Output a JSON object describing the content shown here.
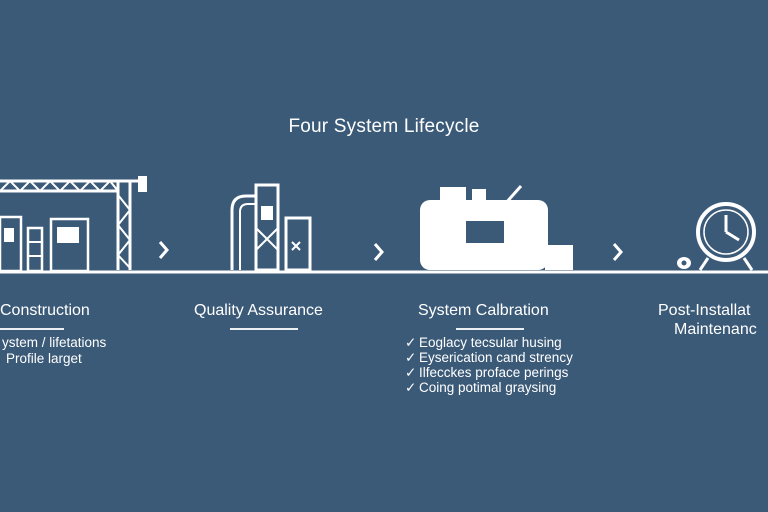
{
  "title": "Four System Lifecycle",
  "stages": [
    {
      "label": "Construction",
      "icon": "crane-icon",
      "lines": [
        "ystem / lifetations",
        "Profile larget"
      ]
    },
    {
      "label": "Quality Assurance",
      "icon": "inspection-equipment-icon"
    },
    {
      "label": "System Calbration",
      "icon": "machine-icon",
      "checks": [
        "Eoglacy tecsular husing",
        "Eyserication cand strency",
        "Ilfecckes proface perings",
        "Coing potimal graysing"
      ]
    },
    {
      "label_line1": "Post-Installat",
      "label_line2": "Maintenanc",
      "icon": "clock-icon"
    }
  ],
  "check_glyph": "✓",
  "colors": {
    "background": "#3b5a78",
    "foreground": "#ffffff"
  }
}
